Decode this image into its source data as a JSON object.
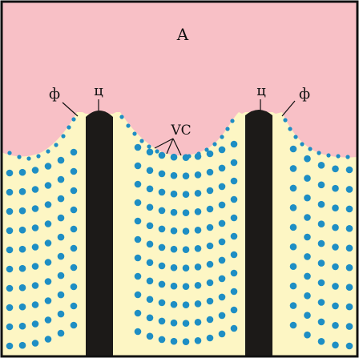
{
  "labels": {
    "region_a": "A",
    "phi_left": "ф",
    "phi_right": "ф",
    "tsu_left": "ц",
    "tsu_right": "ц",
    "vc": "VC"
  },
  "colors": {
    "region_a_fill": "#f8c0c6",
    "body_fill": "#fdf6c4",
    "pillar_fill": "#1c1a18",
    "dot_fill": "#1e8ec4",
    "border": "#111111"
  }
}
